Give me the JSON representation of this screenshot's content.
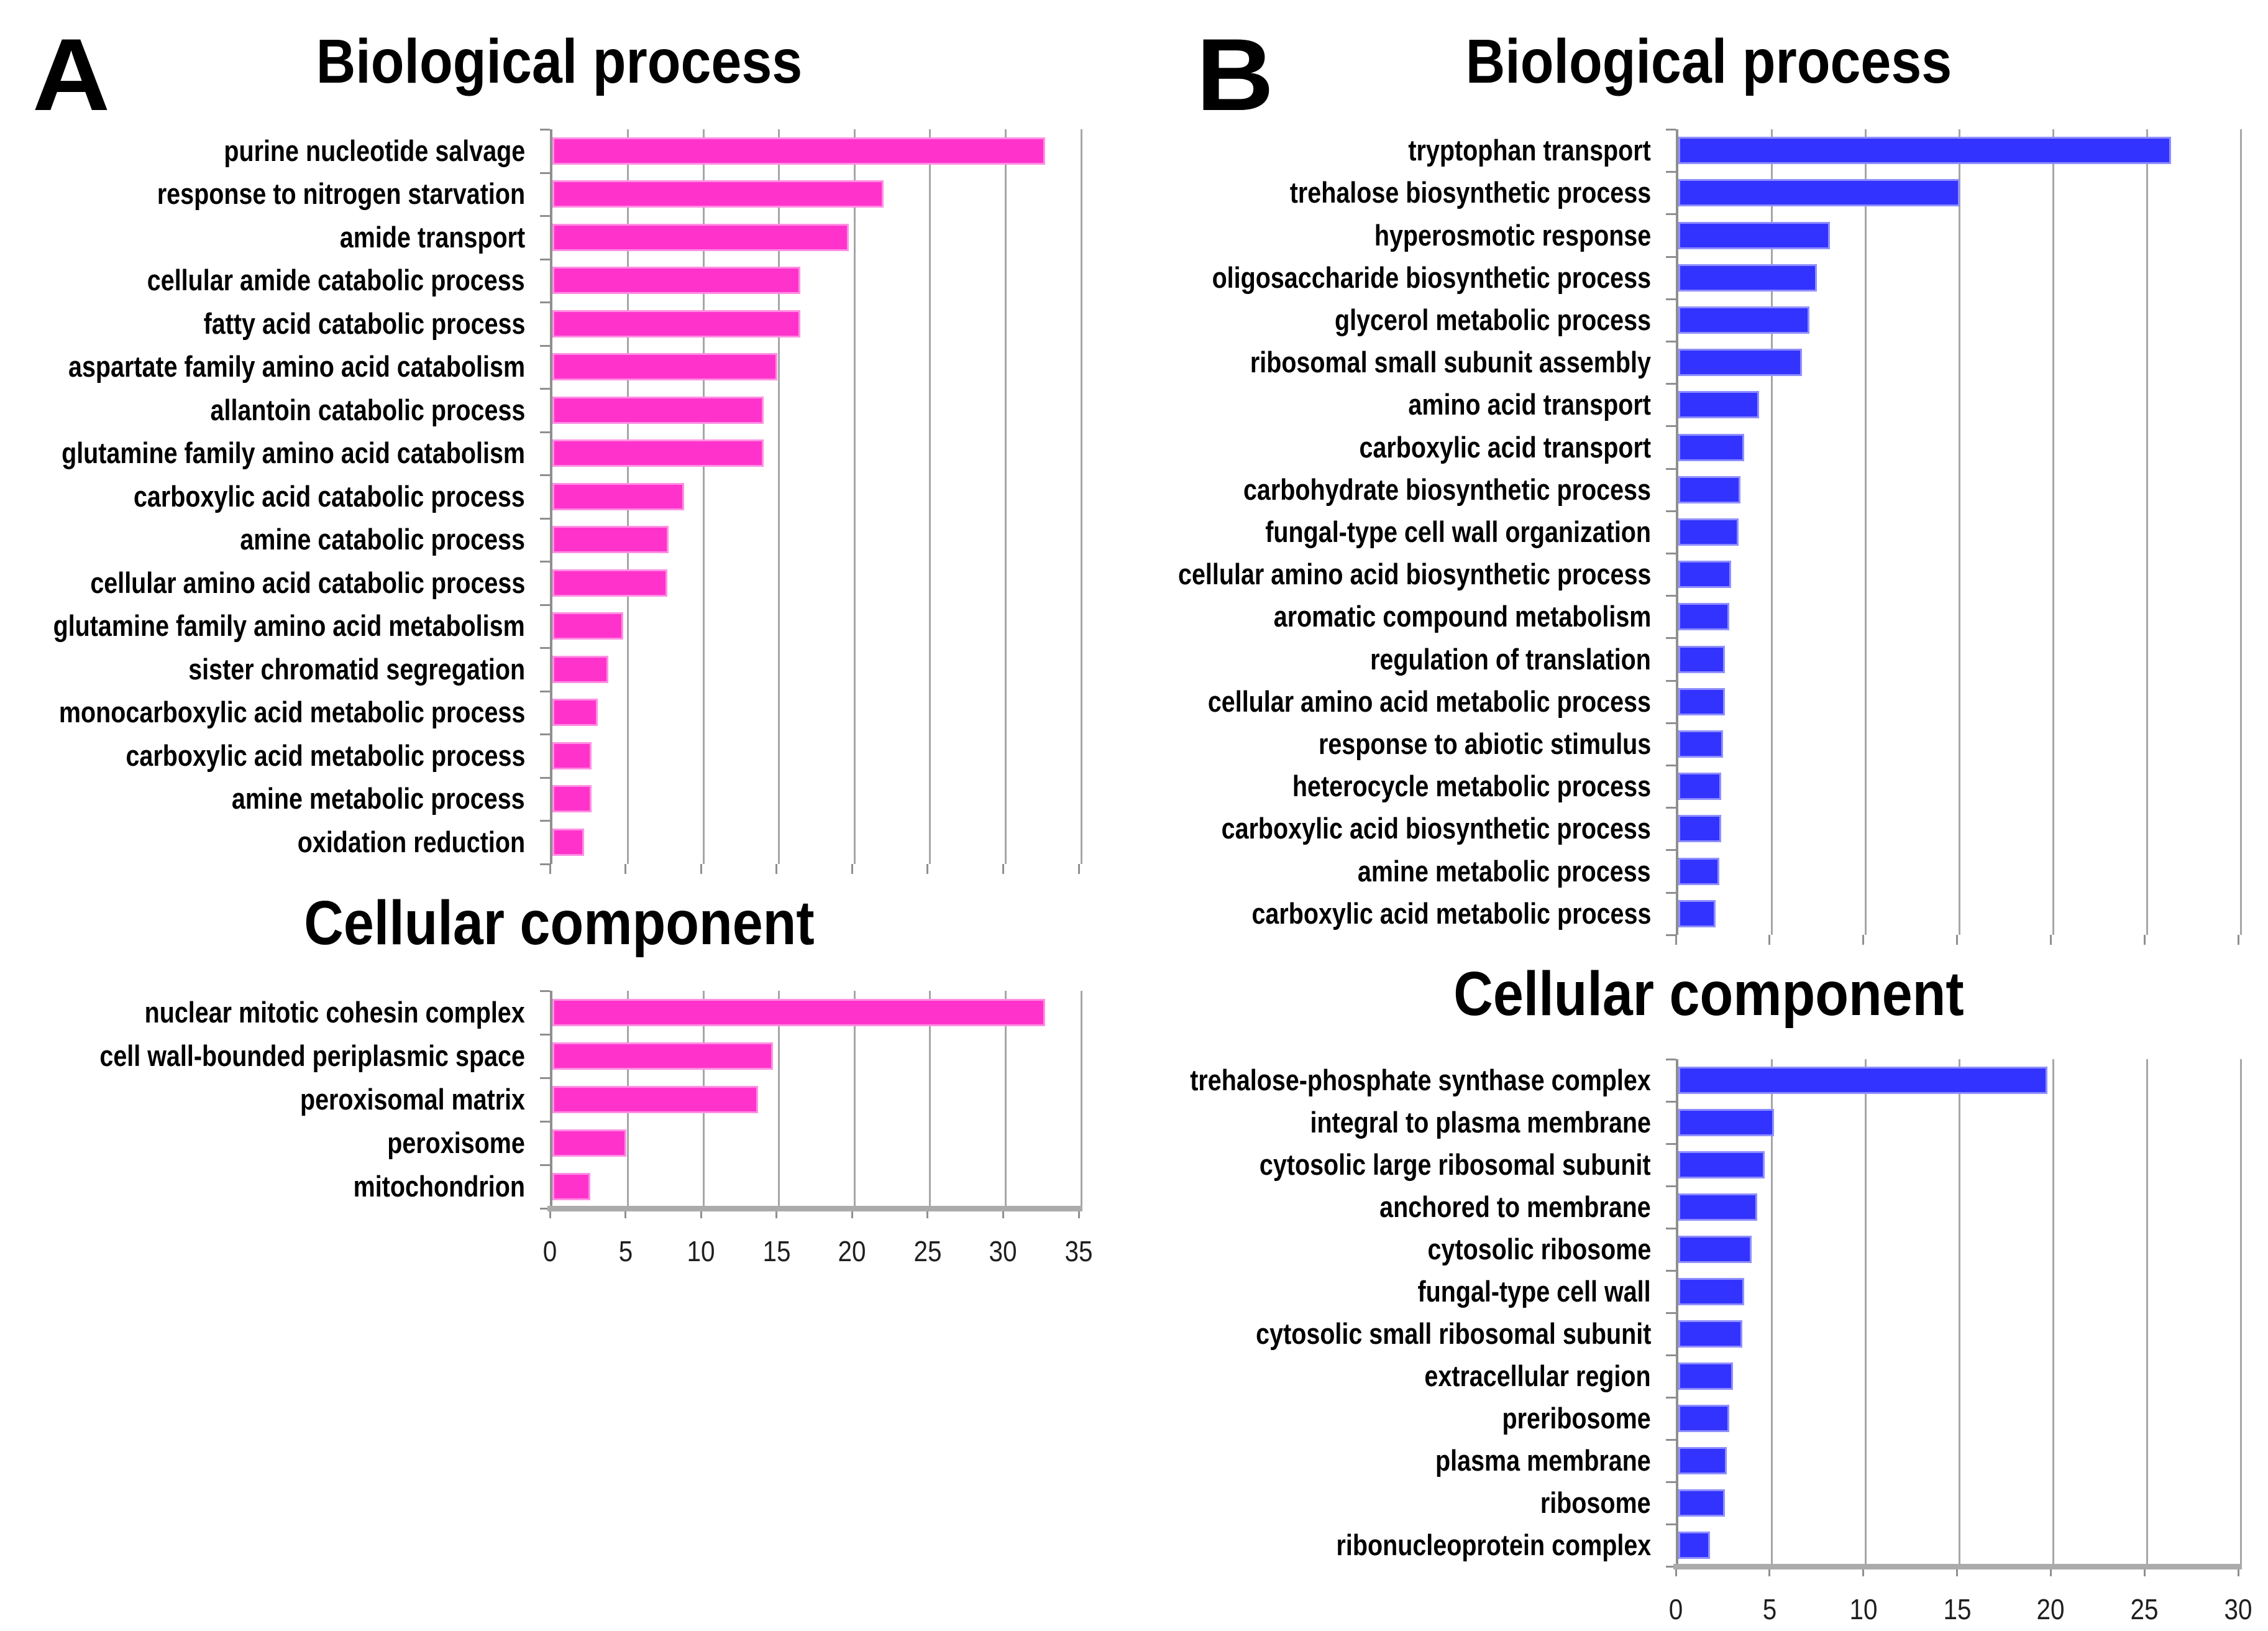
{
  "figure": {
    "panel_labels": [
      "A",
      "B"
    ],
    "colors": {
      "panel_a_bar": "#ff33cc",
      "panel_b_bar": "#3333ff",
      "gridline": "#a6a6a6",
      "axis_line": "#8f8f8f",
      "base_axis": "#ababab",
      "text": "#000000"
    }
  },
  "chart_data": [
    {
      "type": "bar",
      "orientation": "horizontal",
      "panel": "A",
      "title": "Biological process",
      "bar_color": "#ff33cc",
      "xlim": [
        0,
        35
      ],
      "xticks": [
        0,
        5,
        10,
        15,
        20,
        25,
        30,
        35
      ],
      "xtick_labels_visible": false,
      "grid": "vertical",
      "legend": "none",
      "categories": [
        "purine nucleotide salvage",
        "response to nitrogen starvation",
        "amide transport",
        "cellular amide catabolic process",
        "fatty acid catabolic process",
        "aspartate family amino acid catabolism",
        "allantoin catabolic process",
        "glutamine family amino acid catabolism",
        "carboxylic acid catabolic process",
        "amine catabolic process",
        "cellular amino acid catabolic process",
        "glutamine family amino acid metabolism",
        "sister chromatid segregation",
        "monocarboxylic acid metabolic process",
        "carboxylic acid metabolic process",
        "amine metabolic process",
        "oxidation reduction"
      ],
      "values": [
        32.6,
        21.9,
        19.6,
        16.4,
        16.4,
        14.9,
        14.0,
        14.0,
        8.7,
        7.7,
        7.6,
        4.7,
        3.7,
        3.0,
        2.6,
        2.6,
        2.1
      ]
    },
    {
      "type": "bar",
      "orientation": "horizontal",
      "panel": "A",
      "title": "Cellular component",
      "bar_color": "#ff33cc",
      "xlim": [
        0,
        35
      ],
      "xticks": [
        0,
        5,
        10,
        15,
        20,
        25,
        30,
        35
      ],
      "xtick_labels": [
        "0",
        "5",
        "10",
        "15",
        "20",
        "25",
        "30",
        "35"
      ],
      "xtick_labels_visible": true,
      "grid": "vertical",
      "legend": "none",
      "categories": [
        "nuclear mitotic cohesin complex",
        "cell wall-bounded periplasmic space",
        "peroxisomal matrix",
        "peroxisome",
        "mitochondrion"
      ],
      "values": [
        32.6,
        14.6,
        13.6,
        4.9,
        2.5
      ]
    },
    {
      "type": "bar",
      "orientation": "horizontal",
      "panel": "B",
      "title": "Biological process",
      "bar_color": "#3333ff",
      "xlim": [
        0,
        30
      ],
      "xticks": [
        0,
        5,
        10,
        15,
        20,
        25,
        30
      ],
      "xtick_labels_visible": false,
      "grid": "vertical",
      "legend": "none",
      "categories": [
        "tryptophan transport",
        "trehalose biosynthetic process",
        "hyperosmotic response",
        "oligosaccharide biosynthetic process",
        "glycerol metabolic process",
        "ribosomal small subunit assembly",
        "amino acid transport",
        "carboxylic acid transport",
        "carbohydrate biosynthetic process",
        "fungal-type cell wall organization",
        "cellular amino acid biosynthetic process",
        "aromatic compound metabolism",
        "regulation of translation",
        "cellular amino acid metabolic process",
        "response to abiotic stimulus",
        "heterocycle metabolic process",
        "carboxylic acid biosynthetic process",
        "amine metabolic process",
        "carboxylic acid metabolic process"
      ],
      "values": [
        26.3,
        15.0,
        8.1,
        7.4,
        7.0,
        6.6,
        4.3,
        3.5,
        3.3,
        3.2,
        2.8,
        2.7,
        2.5,
        2.5,
        2.4,
        2.3,
        2.3,
        2.2,
        2.0
      ]
    },
    {
      "type": "bar",
      "orientation": "horizontal",
      "panel": "B",
      "title": "Cellular component",
      "bar_color": "#3333ff",
      "xlim": [
        0,
        30
      ],
      "xticks": [
        0,
        5,
        10,
        15,
        20,
        25,
        30
      ],
      "xtick_labels": [
        "0",
        "5",
        "10",
        "15",
        "20",
        "25",
        "30"
      ],
      "xtick_labels_visible": true,
      "grid": "vertical",
      "legend": "none",
      "categories": [
        "trehalose-phosphate synthase complex",
        "integral to plasma membrane",
        "cytosolic large ribosomal subunit",
        "anchored to membrane",
        "cytosolic ribosome",
        "fungal-type cell wall",
        "cytosolic small ribosomal subunit",
        "extracellular region",
        "preribosome",
        "plasma membrane",
        "ribosome",
        "ribonucleoprotein complex"
      ],
      "values": [
        19.7,
        5.1,
        4.6,
        4.2,
        3.9,
        3.5,
        3.4,
        2.9,
        2.7,
        2.6,
        2.5,
        1.7
      ]
    }
  ]
}
